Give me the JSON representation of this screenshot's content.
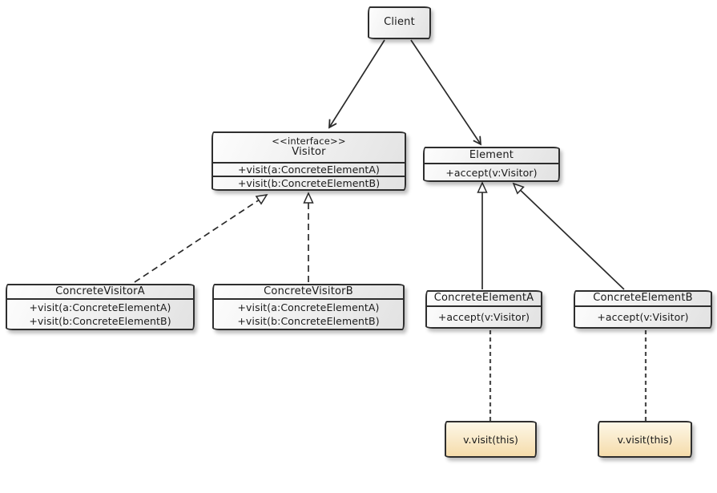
{
  "diagram": {
    "type": "uml-class-diagram",
    "pattern": "Visitor",
    "classes": {
      "client": {
        "name": "Client",
        "methods": []
      },
      "visitor": {
        "stereotype": "<<interface>>",
        "name": "Visitor",
        "methods": [
          "+visit(a:ConcreteElementA)",
          "+visit(b:ConcreteElementB)"
        ]
      },
      "element": {
        "name": "Element",
        "methods": [
          "+accept(v:Visitor)"
        ]
      },
      "concrete_visitor_a": {
        "name": "ConcreteVisitorA",
        "methods": [
          "+visit(a:ConcreteElementA)",
          "+visit(b:ConcreteElementB)"
        ]
      },
      "concrete_visitor_b": {
        "name": "ConcreteVisitorB",
        "methods": [
          "+visit(a:ConcreteElementA)",
          "+visit(b:ConcreteElementB)"
        ]
      },
      "concrete_element_a": {
        "name": "ConcreteElementA",
        "methods": [
          "+accept(v:Visitor)"
        ]
      },
      "concrete_element_b": {
        "name": "ConcreteElementB",
        "methods": [
          "+accept(v:Visitor)"
        ]
      }
    },
    "notes": [
      {
        "text": "v.visit(this)",
        "attached_to": "ConcreteElementA"
      },
      {
        "text": "v.visit(this)",
        "attached_to": "ConcreteElementB"
      }
    ],
    "relationships": [
      {
        "from": "Client",
        "to": "Visitor",
        "type": "directed-association",
        "line": "solid",
        "arrowhead": "open"
      },
      {
        "from": "Client",
        "to": "Element",
        "type": "directed-association",
        "line": "solid",
        "arrowhead": "open"
      },
      {
        "from": "ConcreteVisitorA",
        "to": "Visitor",
        "type": "realization",
        "line": "dashed",
        "arrowhead": "hollow-triangle"
      },
      {
        "from": "ConcreteVisitorB",
        "to": "Visitor",
        "type": "realization",
        "line": "dashed",
        "arrowhead": "hollow-triangle"
      },
      {
        "from": "ConcreteElementA",
        "to": "Element",
        "type": "generalization",
        "line": "solid",
        "arrowhead": "hollow-triangle"
      },
      {
        "from": "ConcreteElementB",
        "to": "Element",
        "type": "generalization",
        "line": "solid",
        "arrowhead": "hollow-triangle"
      },
      {
        "from": "note[0]",
        "to": "ConcreteElementA",
        "type": "note-attachment",
        "line": "dashed",
        "arrowhead": "none"
      },
      {
        "from": "note[1]",
        "to": "ConcreteElementB",
        "type": "note-attachment",
        "line": "dashed",
        "arrowhead": "none"
      }
    ],
    "colors": {
      "background": "#ffffff",
      "box_border": "#2e2e2e",
      "box_fill_top": "#fdfdfd",
      "box_fill_bottom": "#e2e2e2",
      "note_fill_top": "#fdf7e7",
      "note_fill_bottom": "#f5dcab",
      "line": "#2a2a2a"
    }
  }
}
